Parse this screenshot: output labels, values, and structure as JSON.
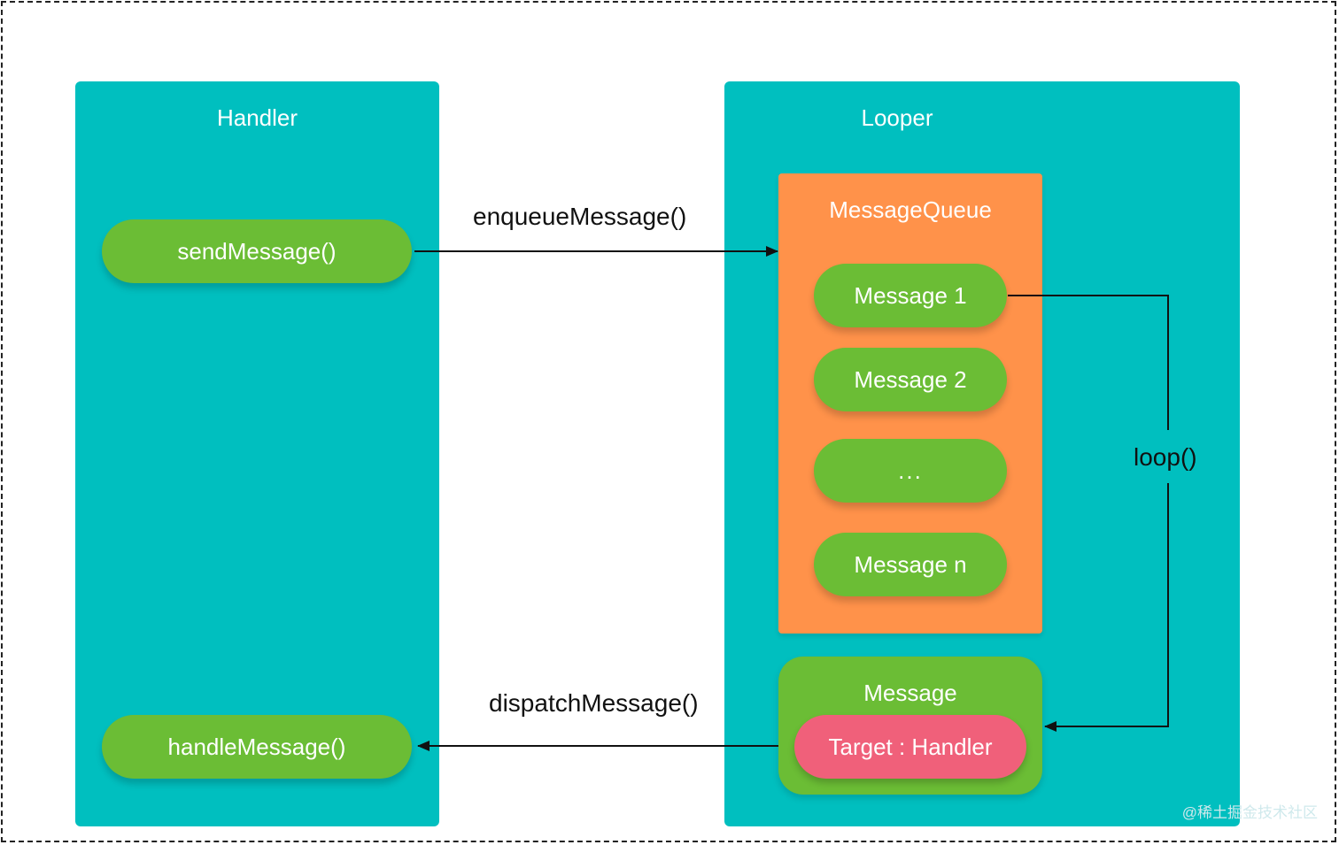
{
  "handler": {
    "title": "Handler",
    "send": "sendMessage()",
    "handle": "handleMessage()"
  },
  "looper": {
    "title": "Looper",
    "queue": {
      "title": "MessageQueue",
      "items": [
        "Message 1",
        "Message 2",
        "...",
        "Message n"
      ]
    },
    "message": {
      "title": "Message",
      "target": "Target : Handler"
    }
  },
  "edges": {
    "enqueue": "enqueueMessage()",
    "dispatch": "dispatchMessage()",
    "loop": "loop()"
  },
  "watermark": "@稀土掘金技术社区",
  "colors": {
    "panel": "#00bfbf",
    "pill": "#6bbd35",
    "queue": "#ff924a",
    "target": "#f0607a"
  }
}
